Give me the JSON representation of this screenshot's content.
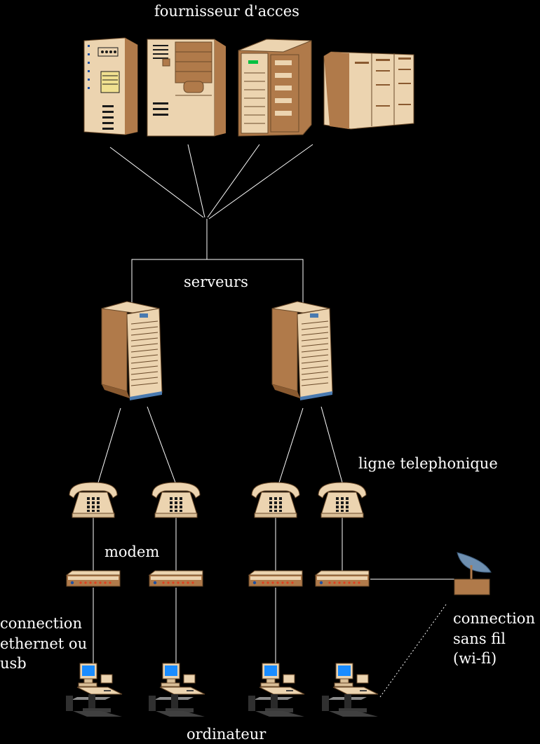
{
  "labels": {
    "provider": "fournisseur d'acces",
    "servers": "serveurs",
    "phone_line": "ligne telephonique",
    "modem": "modem",
    "wired": [
      "connection",
      "ethernet ou",
      "usb"
    ],
    "wireless": [
      "connection",
      "sans fil",
      "(wi-fi)"
    ],
    "computer": "ordinateur"
  },
  "colors": {
    "background": "#000000",
    "line": "#ffffff",
    "case_light": "#ecd4b0",
    "case_dark": "#b07a4a",
    "case_shadow": "#8a5a30",
    "detail": "#1a1a1a",
    "screen": "#1a8cff",
    "led_green": "#00c040",
    "dish": "#6e8fb0"
  },
  "icons": {
    "provider_machines": [
      "mainframe-icon",
      "mainframe-icon",
      "mainframe-icon",
      "mainframe-icon"
    ],
    "servers": [
      "server-tower-icon",
      "server-tower-icon"
    ],
    "telephones": [
      "telephone-icon",
      "telephone-icon",
      "telephone-icon",
      "telephone-icon"
    ],
    "modems": [
      "modem-icon",
      "modem-icon",
      "modem-icon",
      "modem-icon"
    ],
    "computers": [
      "desktop-computer-icon",
      "desktop-computer-icon",
      "desktop-computer-icon",
      "desktop-computer-icon"
    ],
    "wifi": "satellite-dish-icon"
  }
}
